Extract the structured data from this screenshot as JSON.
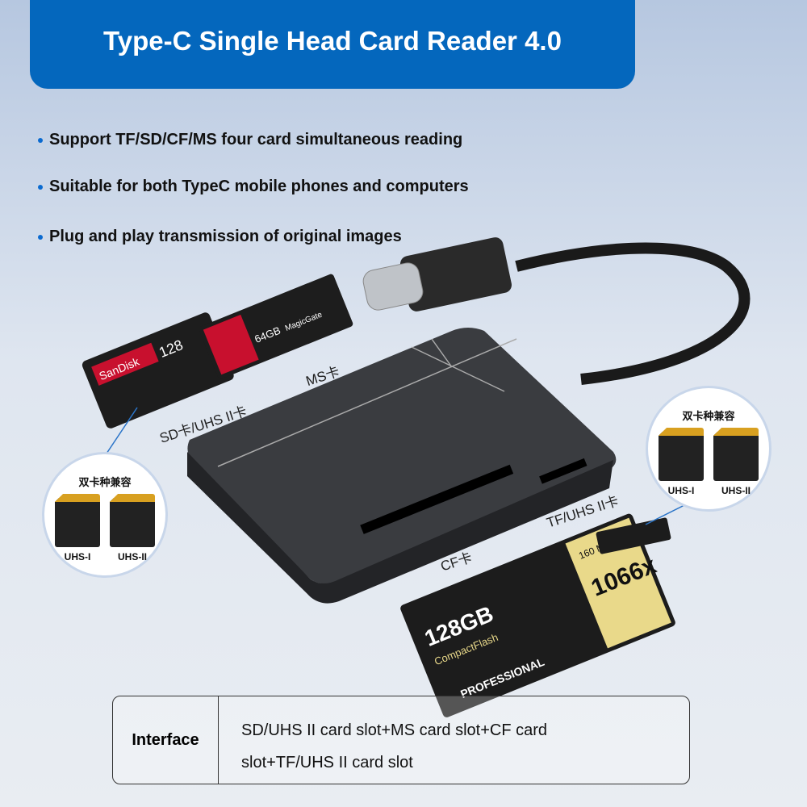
{
  "title": "Type-C Single Head Card Reader 4.0",
  "bullets": [
    "Support TF/SD/CF/MS four card simultaneous reading",
    "Suitable for both TypeC mobile phones and computers",
    "Plug and play transmission of original images"
  ],
  "slot_labels": {
    "ms": "MS卡",
    "sd": "SD卡/UHS II卡",
    "tf": "TF/UHS II卡",
    "cf": "CF卡"
  },
  "compat_left": {
    "title": "双卡种兼容",
    "cards": [
      "UHS-I",
      "UHS-II"
    ]
  },
  "compat_right": {
    "title": "双卡种兼容",
    "cards": [
      "UHS-I",
      "UHS-II"
    ]
  },
  "cards": {
    "sd": {
      "brand": "SanDisk",
      "capacity": "128"
    },
    "ms": {
      "capacity": "64GB",
      "brand": "MagicGate"
    },
    "cf": {
      "capacity": "128GB",
      "speed": "1066x",
      "rate": "160 MB/s",
      "name": "CompactFlash",
      "line": "PROFESSIONAL"
    }
  },
  "spec": {
    "label": "Interface",
    "value_line1": "SD/UHS II card slot+MS card slot+CF card",
    "value_line2": "slot+TF/UHS II card slot"
  },
  "colors": {
    "banner": "#0467bd",
    "bullet": "#0a6ad0"
  }
}
